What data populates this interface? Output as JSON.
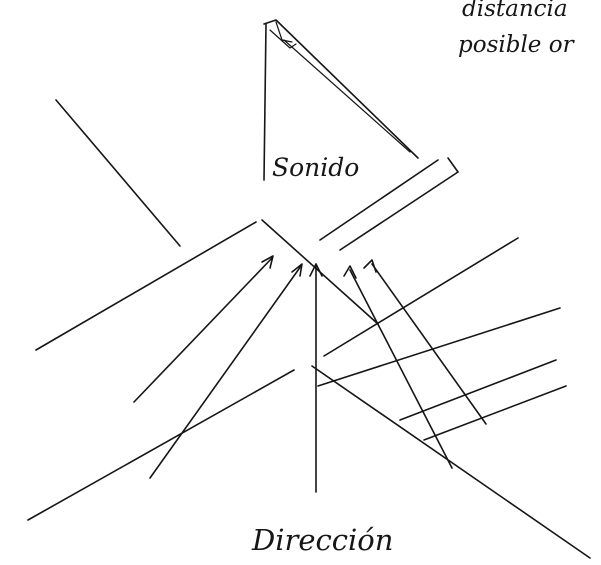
{
  "labels": {
    "sonido": "Sonido",
    "direccion": "Dirección",
    "note_line1": "distancia",
    "note_line2": "posible or"
  }
}
